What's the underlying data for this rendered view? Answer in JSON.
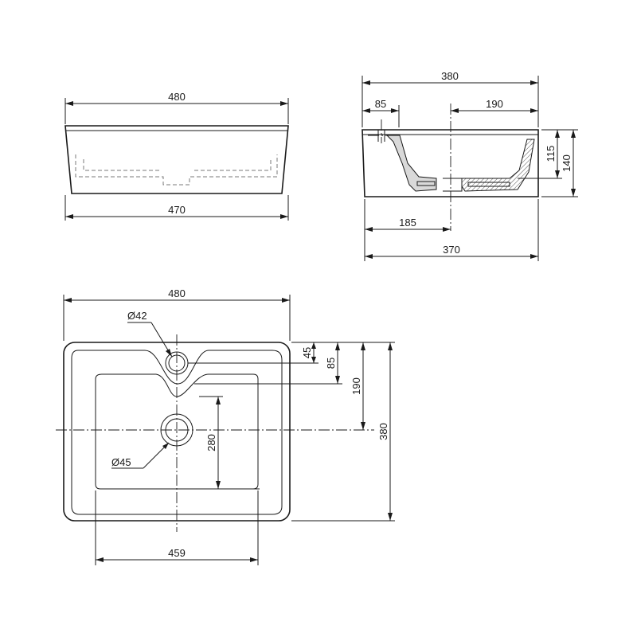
{
  "front_view": {
    "top_width": "480",
    "bottom_width": "470"
  },
  "side_view": {
    "total_top": "380",
    "tap_offset": "85",
    "drain_offset_top": "190",
    "drain_offset_bottom": "185",
    "total_bottom": "370",
    "inner_depth": "115",
    "total_height": "140"
  },
  "plan_view": {
    "outer_width": "480",
    "inner_width": "459",
    "outer_depth": "380",
    "tap_hole_label": "Ø42",
    "drain_hole_label": "Ø45",
    "dim_45": "45",
    "dim_85": "85",
    "dim_190": "190",
    "dim_280": "280"
  }
}
